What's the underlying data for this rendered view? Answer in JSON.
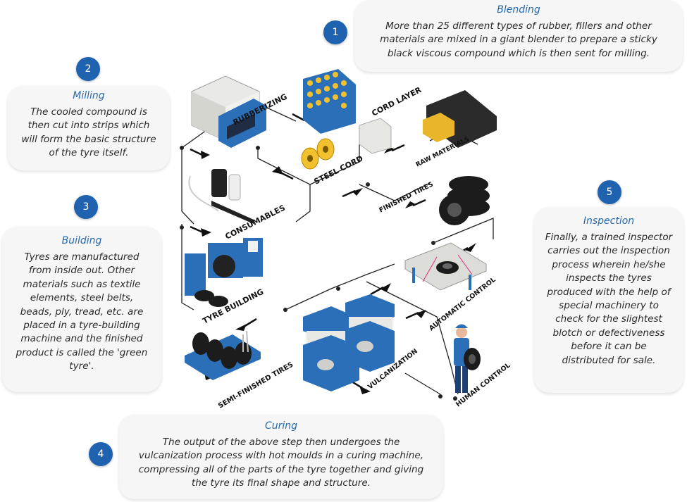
{
  "steps": [
    {
      "number": "1",
      "title": "Blending",
      "text": "More than 25 different types of rubber, fillers and other materials are mixed in a giant blender to prepare a sticky black viscous compound which is then sent for milling."
    },
    {
      "number": "2",
      "title": "Milling",
      "text": "The cooled compound is then cut into strips which will form the basic structure of the tyre itself."
    },
    {
      "number": "3",
      "title": "Building",
      "text": "Tyres are manufactured from inside out. Other materials such as textile elements, steel belts, beads, ply, tread, etc. are placed in a tyre-building machine and the finished product is called the 'green tyre'."
    },
    {
      "number": "4",
      "title": "Curing",
      "text": "The output of the above step then undergoes the vulcanization process with hot moulds in a curing machine, compressing all of the parts of the tyre together and giving the tyre its final shape and structure."
    },
    {
      "number": "5",
      "title": "Inspection",
      "text": "Finally, a trained inspector carries out the inspection process wherein he/she inspects the tyres produced with the help of special machinery to check for the slightest blotch or defectiveness before it can be distributed for sale."
    }
  ],
  "diagram_labels": {
    "rubberizing": "RUBBERIZING",
    "cord_layer": "CORD LAYER",
    "raw_materials": "RAW MATERIALS",
    "steel_cord": "STEEL CORD",
    "finished_tires": "FINISHED TIRES",
    "consumables": "CONSUMABLES",
    "tyre_building": "TYRE BUILDING",
    "automatic_control": "AUTOMATIC CONTROL",
    "vulcanization": "VULCANIZATION",
    "semi_finished_tires": "SEMI-FINISHED TIRES",
    "human_control": "HUMAN CONTROL"
  },
  "colors": {
    "number_badge": "#1f63b0",
    "title": "#2769ad",
    "card_bg": "#f5f6f5",
    "machine_blue": "#2a6fb8"
  }
}
